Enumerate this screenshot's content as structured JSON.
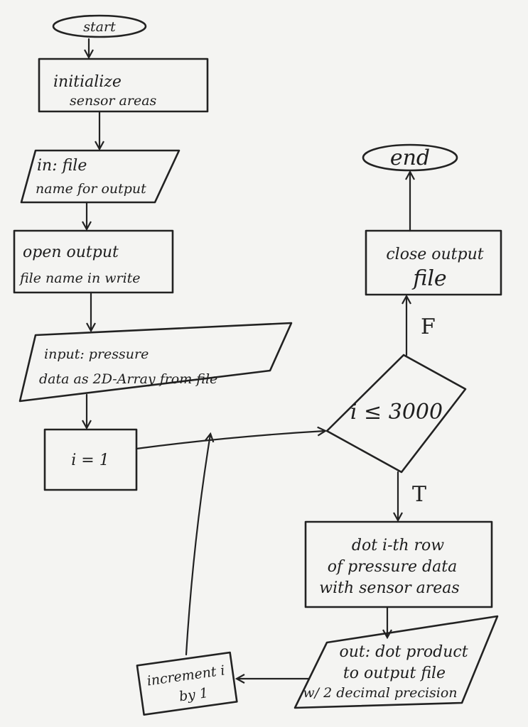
{
  "flowchart": {
    "start": "start",
    "init": [
      "initialize",
      "sensor areas"
    ],
    "input_filename": [
      "in: file",
      "name for output"
    ],
    "open_file": [
      "open output",
      "file name in write"
    ],
    "input_pressure": [
      "input: pressure",
      "data as 2D-Array from file"
    ],
    "init_i": "i = 1",
    "condition": "i ≤ 3000",
    "true_label": "T",
    "false_label": "F",
    "close_file": [
      "close output",
      "file"
    ],
    "end": "end",
    "dot": [
      "dot i-th row",
      "of pressure data",
      "with sensor areas"
    ],
    "output": [
      "out: dot product",
      "to output file",
      "w/ 2 decimal precision"
    ],
    "increment": [
      "increment i",
      "by 1"
    ]
  }
}
